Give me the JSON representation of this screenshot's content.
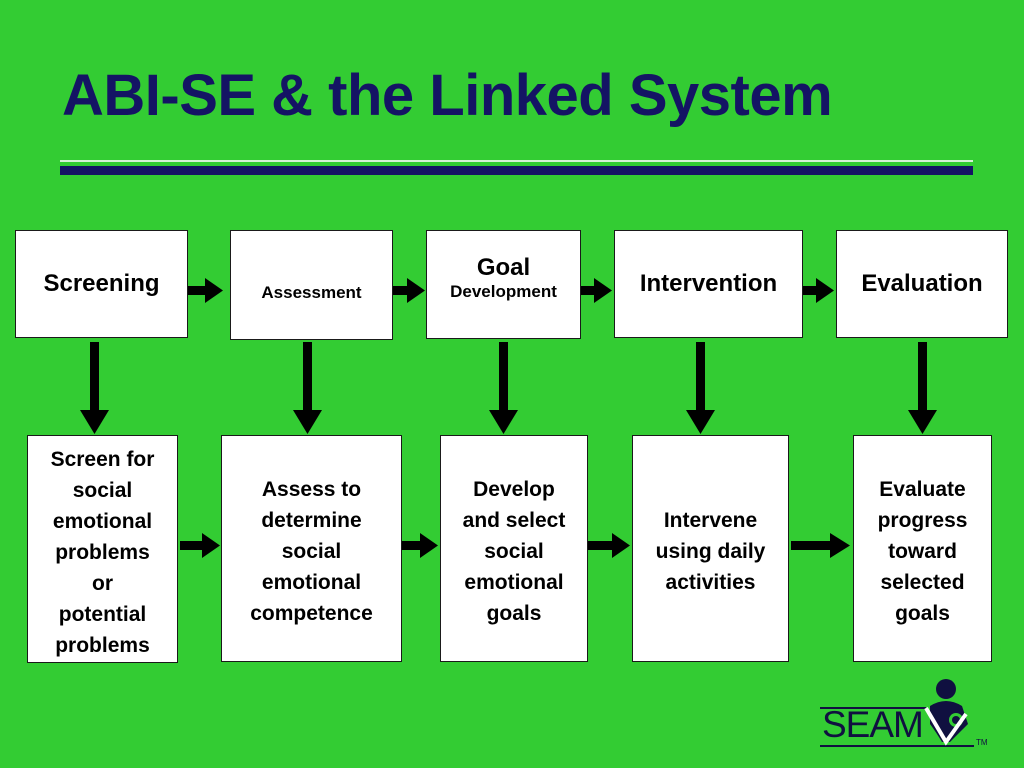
{
  "title": "ABI-SE & the Linked System",
  "steps": [
    {
      "line1": "Screening",
      "line2": ""
    },
    {
      "line1": "",
      "line2": "Assessment"
    },
    {
      "line1": "Goal",
      "line2": "Development"
    },
    {
      "line1": "Intervention",
      "line2": ""
    },
    {
      "line1": "Evaluation",
      "line2": ""
    }
  ],
  "details": [
    [
      "Screen for",
      "social",
      "emotional",
      "problems",
      "or",
      "potential",
      "problems"
    ],
    [
      "Assess to",
      "determine",
      "social",
      "emotional",
      "competence"
    ],
    [
      "Develop",
      "and select",
      "social",
      "emotional",
      "goals"
    ],
    [
      "Intervene",
      "using daily",
      "activities"
    ],
    [
      "Evaluate",
      "progress",
      "toward",
      "selected",
      "goals"
    ]
  ],
  "logo": {
    "text": "SEAM",
    "tm": "TM"
  },
  "colors": {
    "background": "#33cc33",
    "title": "#141464",
    "rule": "#141464",
    "arrows": "#000000"
  }
}
